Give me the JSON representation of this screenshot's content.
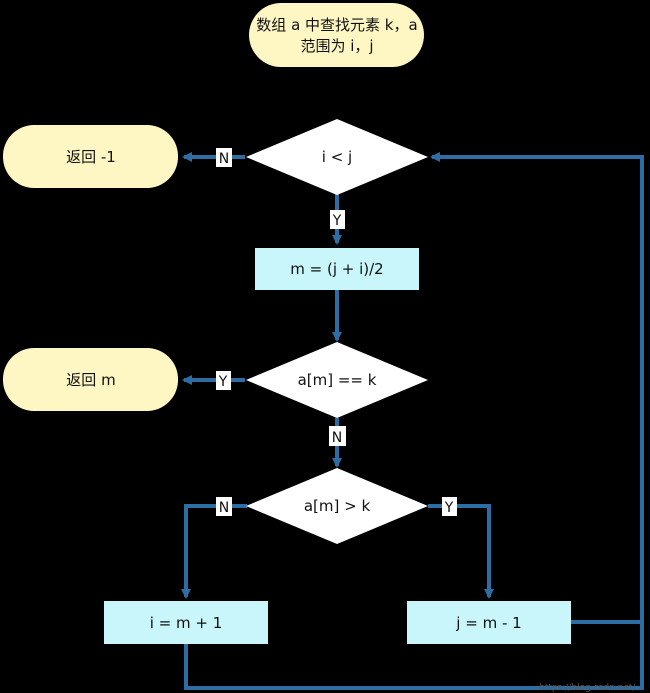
{
  "colors": {
    "background": "#000000",
    "terminal_fill": "#fff7c3",
    "process_fill": "#c8f6fb",
    "decision_fill": "#ffffff",
    "connector": "#2e6da4",
    "text": "#111111",
    "label_bg": "#ffffff"
  },
  "nodes": {
    "start": {
      "line1": "数组 a 中查找元素 k，a",
      "line2": "范围为 i，j"
    },
    "cond_range": {
      "text": "i < j"
    },
    "return_neg": {
      "text": "返回 -1"
    },
    "compute_mid": {
      "text": "m = (j + i)/2"
    },
    "cond_equal": {
      "text": "a[m] == k"
    },
    "return_m": {
      "text": "返回 m"
    },
    "cond_greater": {
      "text": "a[m] > k"
    },
    "update_i": {
      "text": "i = m + 1"
    },
    "update_j": {
      "text": "j = m - 1"
    }
  },
  "edge_labels": {
    "range_no": "N",
    "range_yes": "Y",
    "equal_yes": "Y",
    "equal_no": "N",
    "greater_no": "N",
    "greater_yes": "Y"
  },
  "watermark": "https://blog.csdn.net/..."
}
